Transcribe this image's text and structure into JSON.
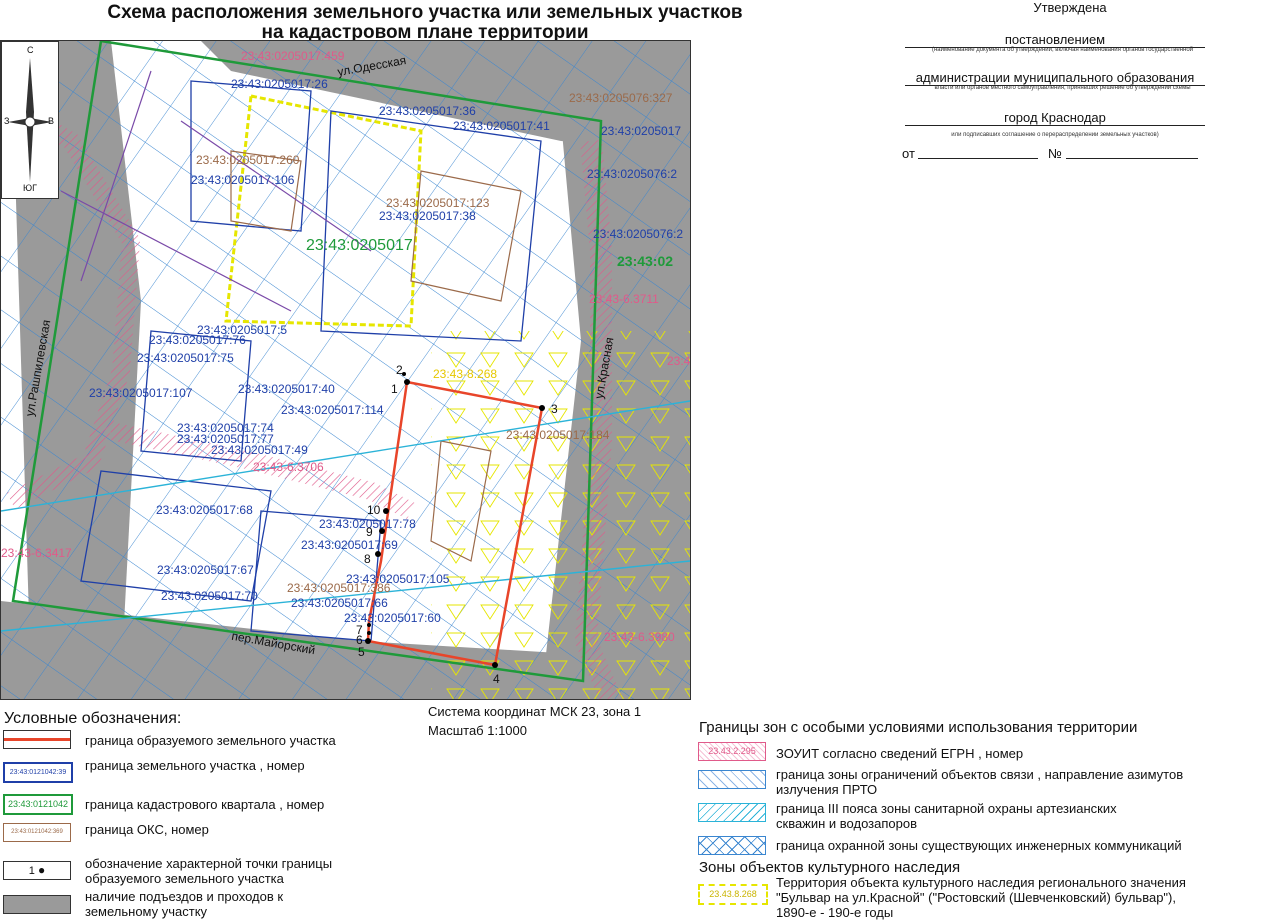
{
  "title": {
    "line1": "Схема расположения земельного участка или земельных участков",
    "line2": "на кадастровом плане территории"
  },
  "approval": {
    "approved": "Утверждена",
    "resolution": "постановлением",
    "resolution_note": "(наименование документа об утверждении, включая наименования органов государственной",
    "authority": "администрации муниципального образования",
    "authority_note": "власти или органов местного самоуправления, принявших решение об утверждении схемы",
    "city": "город Краснодар",
    "city_note": "или подписавших соглашение о перераспределении земельных участков)",
    "from_label": "от",
    "number_label": "№"
  },
  "compass": {
    "north": "С",
    "south": "ЮГ",
    "west": "З",
    "east": "В"
  },
  "map": {
    "streets": {
      "odesskaya": "ул.Одесская",
      "rashpilevskaya": "ул.Рашпилевская",
      "krasnaya": "ул.Красная",
      "mayorsky": "пер.Майорский"
    },
    "quarter": "23:43:0205017",
    "quarter2": "23:43:02",
    "parcels": [
      "23:43:0205017:459",
      "23:43:0205017:26",
      "23:43:0205017:36",
      "23:43:0205017:41",
      "23:43:0205017:106",
      "23:43:0205017:38",
      "23:43:0205017:5",
      "23:43:0205017:76",
      "23:43:0205017:75",
      "23:43:0205017:107",
      "23:43:0205017:40",
      "23:43:0205017:114",
      "23:43:0205017:74",
      "23:43:0205017:77",
      "23:43:0205017:49",
      "23:43:0205017:68",
      "23:43:0205017:78",
      "23:43:0205017:69",
      "23:43:0205017:67",
      "23:43:0205017:105",
      "23:43:0205017:70",
      "23:43:0205017:66",
      "23:43:0205017:60",
      "23:43:0205017",
      "23:43:0205076:2",
      "23:43:0205076:2"
    ],
    "oks": [
      "23:43:0205017:260",
      "23:43:0205017:123",
      "23:43:0205017:184",
      "23:43:0205017:386",
      "23:43:0205076:327"
    ],
    "zones": [
      "23:43-6.3417",
      "23:43-6.3706",
      "23:43-6.3711",
      "23:43-6.3980",
      "23:43-8.268",
      "23:43-"
    ],
    "points": [
      "1",
      "2",
      "3",
      "4",
      "5",
      "6",
      "7",
      "8",
      "9",
      "10"
    ]
  },
  "coord_system": "Система координат МСК 23, зона 1",
  "scale": "Масштаб 1:1000",
  "legend": {
    "title": "Условные обозначения:",
    "items": [
      {
        "sample": "",
        "text": "граница образуемого земельного участка"
      },
      {
        "sample": "23:43:0121042:39",
        "text": "граница земельного участка , номер"
      },
      {
        "sample": "23:43:0121042",
        "text": "граница кадастрового квартала , номер"
      },
      {
        "sample": "23:43:0121042:369",
        "text": "граница ОКС,  номер"
      },
      {
        "sample": "1",
        "text": "обозначение характерной точки  границы образуемого земельного участка"
      },
      {
        "sample": "",
        "text": "наличие подъездов и проходов к земельному участку"
      }
    ]
  },
  "zones_legend": {
    "title": "Границы зон с особыми условиями использования территории",
    "items": [
      {
        "sample": "23.43.2.295",
        "text": "ЗОУИТ согласно сведений ЕГРН , номер"
      },
      {
        "sample": "",
        "text": "граница зоны ограничений объектов связи , направление азимутов излучения ПРТО"
      },
      {
        "sample": "",
        "text": "граница III  пояса зоны санитарной охраны артезианских скважин и водозапоров"
      },
      {
        "sample": "",
        "text": "граница охранной зоны существующих инженерных коммуникаций"
      }
    ]
  },
  "heritage": {
    "title": "Зоны объектов культурного наследия",
    "sample": "23.43.8.268",
    "text": "Территория объекта культурного наследия регионального значения \"Бульвар на ул.Красной\" (\"Ростовский (Шевченковский) бульвар\"), 1890-е - 190-е годы"
  },
  "colors": {
    "parcel": "#1f3fa8",
    "quarter": "#1f9a3a",
    "oks": "#9b6a4a",
    "zone": "#e05a8a",
    "formed": "#e8452a",
    "heritage": "#e6e600",
    "comm": "#3a86d0",
    "sanitary": "#2bb3d8",
    "road": "#9a9a9a"
  }
}
